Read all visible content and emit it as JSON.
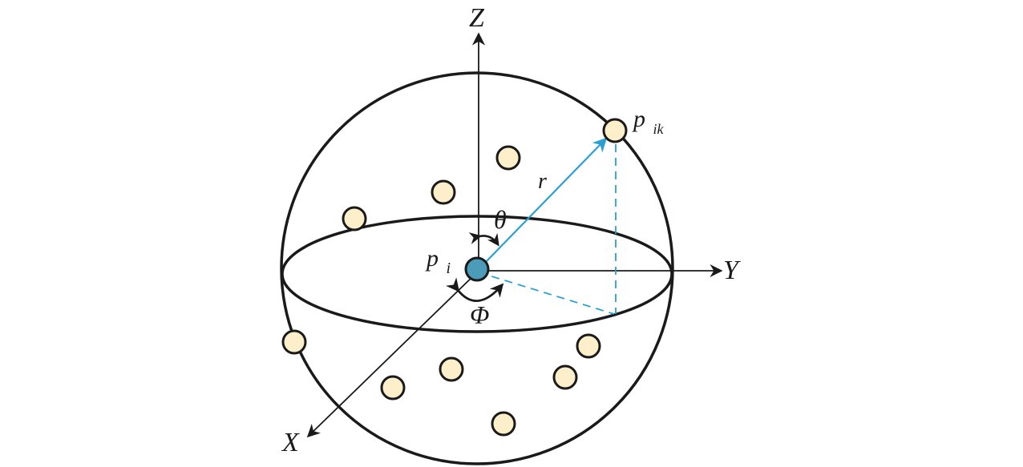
{
  "labels": {
    "z_axis": "Z",
    "y_axis": "Y",
    "x_axis": "X",
    "radius": "r",
    "theta": "θ",
    "phi": "Φ",
    "center_base": "p",
    "center_sub": "i",
    "neighbor_base": "p",
    "neighbor_sub": "ik"
  },
  "colors": {
    "line": "#1a1a1a",
    "radius_vector": "#2a9fd6",
    "center_point_fill": "#4a9cb8",
    "neighbor_point_fill": "#fdefc9"
  }
}
